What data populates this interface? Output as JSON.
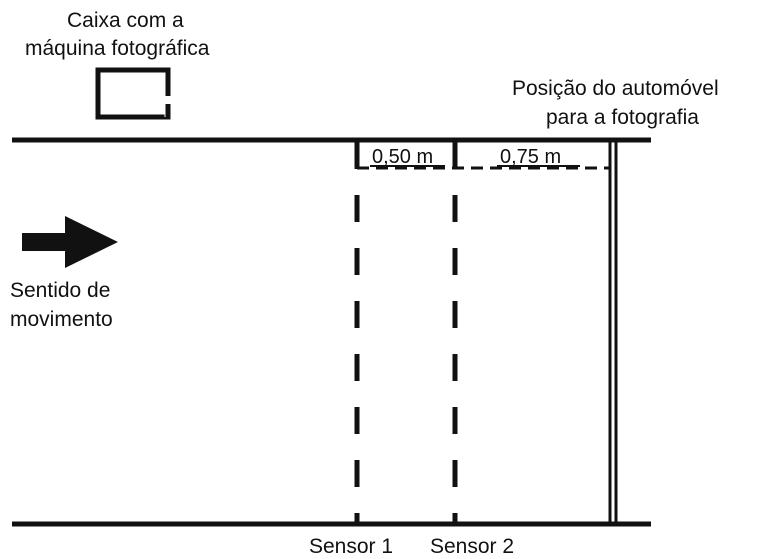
{
  "camera_box": {
    "label_line1": "Caixa com a",
    "label_line2": "máquina fotográfica"
  },
  "photo_position": {
    "label_line1": "Posição do automóvel",
    "label_line2": "para a fotografia"
  },
  "direction": {
    "label_line1": "Sentido de",
    "label_line2": "movimento"
  },
  "distances": {
    "sensor1_to_sensor2": "0,50 m",
    "sensor2_to_photo": "0,75 m"
  },
  "sensors": {
    "sensor1_label": "Sensor 1",
    "sensor2_label": "Sensor 2"
  },
  "colors": {
    "ink": "#111111",
    "background": "#ffffff"
  }
}
